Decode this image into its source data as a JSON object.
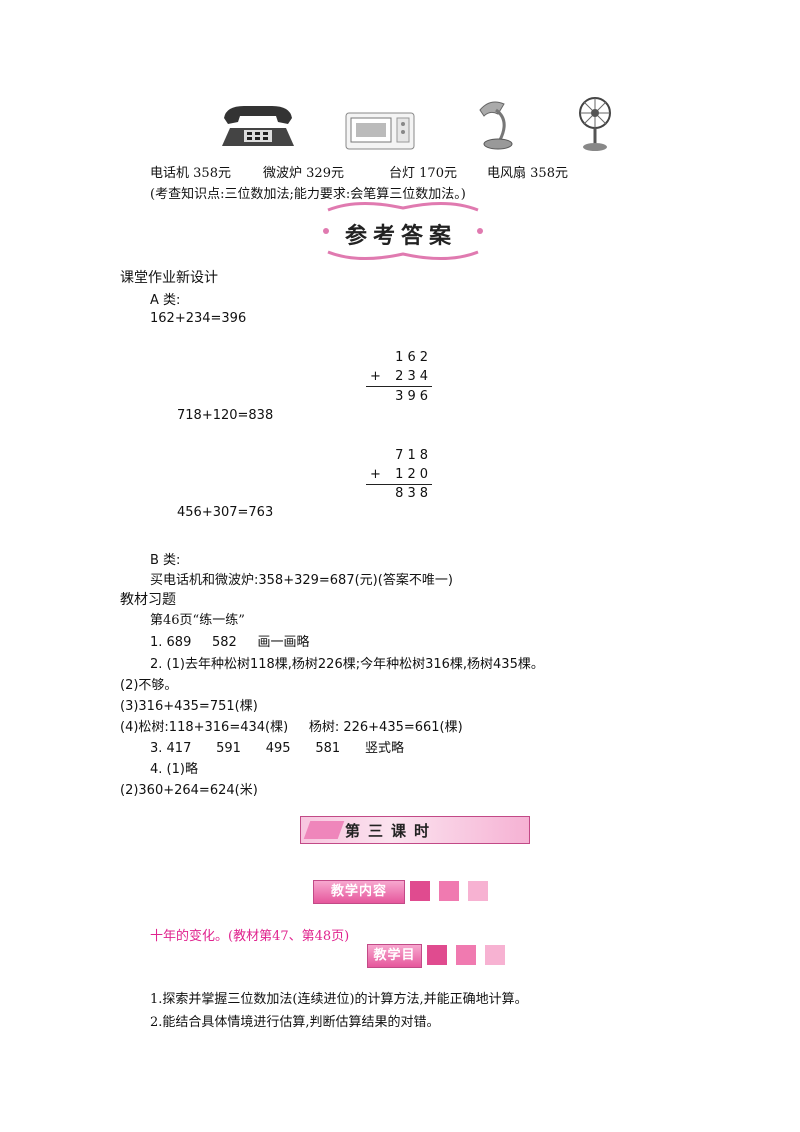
{
  "products": [
    {
      "name": "电话机",
      "price": "358元",
      "icon": "telephone-icon"
    },
    {
      "name": "微波炉",
      "price": "329元",
      "icon": "microwave-icon"
    },
    {
      "name": "台灯",
      "price": "170元",
      "icon": "lamp-icon"
    },
    {
      "name": "电风扇",
      "price": "358元",
      "icon": "fan-icon"
    }
  ],
  "note": "(考查知识点:三位数加法;能力要求:会笔算三位数加法。)",
  "answer_banner": "参考答案",
  "section1": {
    "title": "课堂作业新设计",
    "a_label": "A 类:",
    "eq1": "162+234=396",
    "v1": {
      "top": "162",
      "op": "+",
      "mid": "234",
      "res": "396"
    },
    "eq2": "718+120=838",
    "v2": {
      "top": "718",
      "op": "+",
      "mid": "120",
      "res": "838"
    },
    "eq3": "456+307=763",
    "b_label": "B 类:",
    "b_text": "买电话机和微波炉:358+329=687(元)(答案不唯一)"
  },
  "section2": {
    "title": "教材习题",
    "page_ref": "第46页“练一练”",
    "lines": [
      "1. 689     582     画一画略",
      "2. (1)去年种松树118棵,杨树226棵;今年种松树316棵,杨树435棵。",
      "(2)不够。",
      "(3)316+435=751(棵)",
      "(4)松树:118+316=434(棵)     杨树: 226+435=661(棵)",
      "3. 417      591      495      581      竖式略",
      "4. (1)略",
      "(2)360+264=624(米)"
    ]
  },
  "lesson_banner": "第三课时",
  "content_tag": "教学内容",
  "content_text": "十年的变化。(教材第47、第48页)",
  "goal_tag": "教学目标",
  "goals": [
    "1.探索并掌握三位数加法(连续进位)的计算方法,并能正确地计算。",
    "2.能结合具体情境进行估算,判断估算结果的对错。"
  ],
  "colors": {
    "pink": "#e0248f",
    "banner_pink": "#f08cc0"
  }
}
